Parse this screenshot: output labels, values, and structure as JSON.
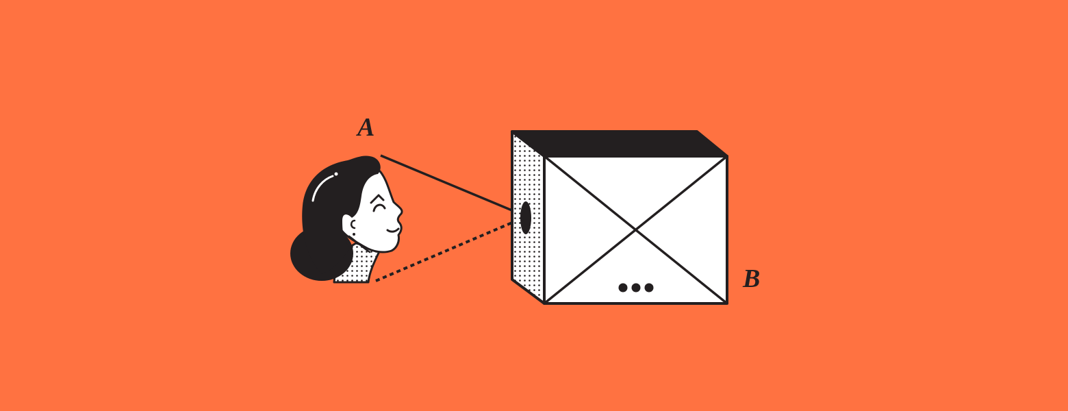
{
  "diagram": {
    "background_color": "#FF7241",
    "ink_color": "#231F20",
    "fill_color": "#FFFFFF",
    "labels": {
      "a": "A",
      "b": "B"
    },
    "elements": [
      {
        "id": "person-head",
        "label": "A",
        "description": "woman's head in profile, looking right"
      },
      {
        "id": "window-box",
        "label": "B",
        "description": "3D box with wireframe placeholder (X) and ellipsis on front face"
      },
      {
        "id": "peephole",
        "description": "dark elliptical hole on side of box"
      },
      {
        "id": "line-of-sight",
        "style": "solid",
        "from": "A",
        "to": "peephole"
      },
      {
        "id": "dotted-line",
        "style": "dashed",
        "from": "person-neck",
        "to": "peephole"
      }
    ],
    "box_ellipsis": "•••"
  }
}
